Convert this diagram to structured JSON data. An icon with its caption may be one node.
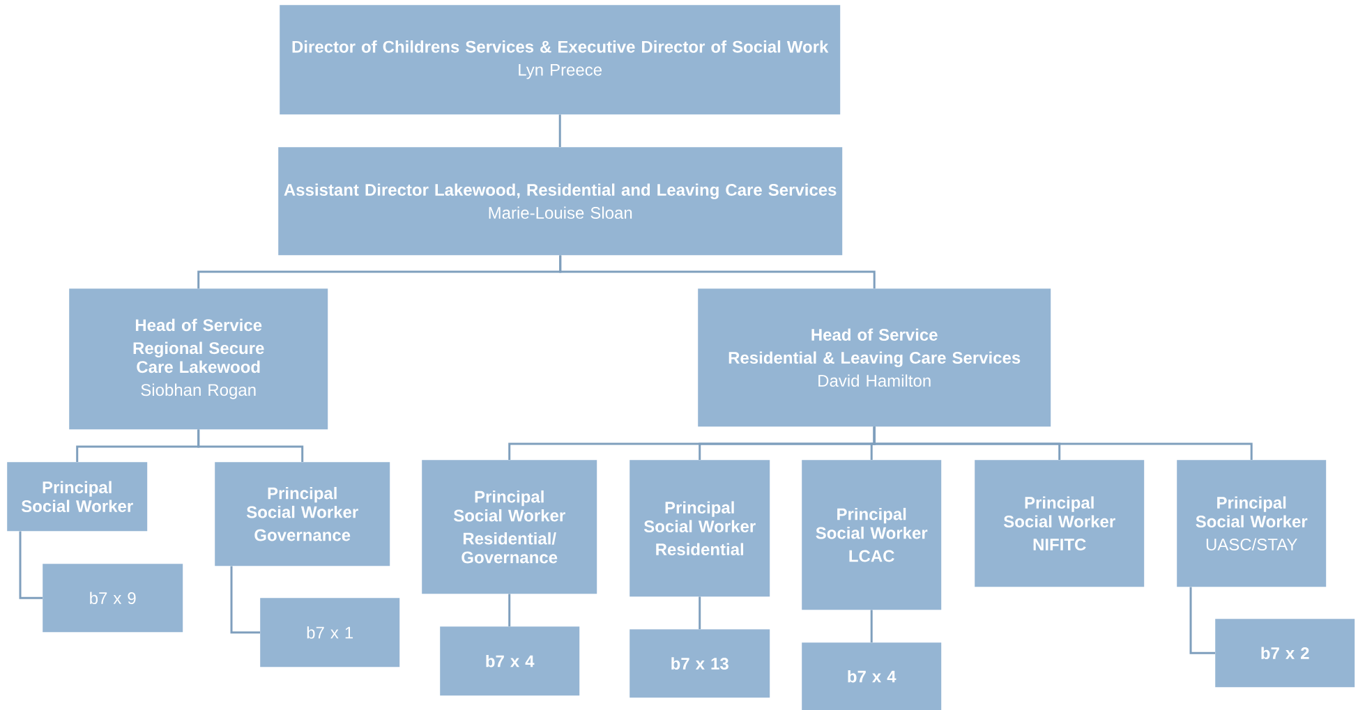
{
  "diagram": {
    "nodes": [
      {
        "text": [
          "Director of Childrens Services & Executive Director of Social Work",
          "Lyn Preece"
        ]
      },
      {
        "text": [
          "Assistant Director Lakewood, Residential and Leaving Care Services",
          "Marie-Louise Sloan"
        ]
      },
      {
        "text": [
          "Head of Service",
          "Regional Secure Care Lakewood",
          "Siobhan Rogan"
        ]
      },
      {
        "text": [
          "Head of Service",
          "Residential & Leaving Care Services",
          "David Hamilton"
        ]
      },
      {
        "text": [
          "Principal Social Worker"
        ]
      },
      {
        "text": [
          "b7 x 9"
        ]
      },
      {
        "text": [
          "Principal Social Worker",
          "Governance"
        ]
      },
      {
        "text": [
          "b7 x 1"
        ]
      },
      {
        "text": [
          "Principal Social Worker",
          "Residential/ Governance"
        ]
      },
      {
        "text": [
          "b7 x 4"
        ]
      },
      {
        "text": [
          "Principal Social Worker",
          "Residential"
        ]
      },
      {
        "text": [
          "b7 x 13"
        ]
      },
      {
        "text": [
          "Principal Social Worker",
          "LCAC"
        ]
      },
      {
        "text": [
          "b7 x 4"
        ]
      },
      {
        "text": [
          "Principal Social Worker",
          "NIFITC"
        ]
      },
      {
        "text": [
          "Principal Social Worker",
          "UASC/STAY"
        ]
      },
      {
        "text": [
          "b7 x 2"
        ]
      }
    ],
    "edges": [
      {
        "from": 0,
        "to": 1,
        "arrow": "none"
      },
      {
        "from": 1,
        "to": 2,
        "arrow": "none"
      },
      {
        "from": 1,
        "to": 3,
        "arrow": "none"
      },
      {
        "from": 2,
        "to": 4,
        "arrow": "none"
      },
      {
        "from": 2,
        "to": 6,
        "arrow": "none"
      },
      {
        "from": 3,
        "to": 8,
        "arrow": "none"
      },
      {
        "from": 3,
        "to": 10,
        "arrow": "none"
      },
      {
        "from": 3,
        "to": 12,
        "arrow": "none"
      },
      {
        "from": 3,
        "to": 14,
        "arrow": "none"
      },
      {
        "from": 3,
        "to": 15,
        "arrow": "none"
      },
      {
        "from": 4,
        "to": 5,
        "arrow": "none"
      },
      {
        "from": 6,
        "to": 7,
        "arrow": "none"
      },
      {
        "from": 8,
        "to": 9,
        "arrow": "none"
      },
      {
        "from": 10,
        "to": 11,
        "arrow": "none"
      },
      {
        "from": 12,
        "to": 13,
        "arrow": "none"
      },
      {
        "from": 15,
        "to": 16,
        "arrow": "none"
      }
    ]
  }
}
